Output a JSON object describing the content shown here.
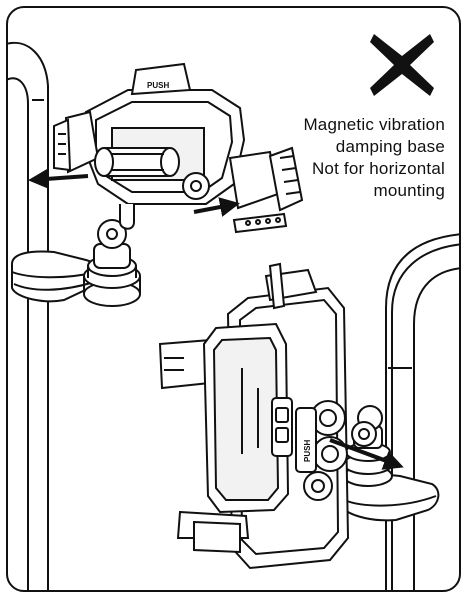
{
  "warning": {
    "icon": "cross-icon",
    "lines": [
      "Magnetic vibration",
      "damping base",
      "Not for horizontal",
      "mounting"
    ]
  },
  "labels": {
    "top_mount_push": "PUSH",
    "lower_mount_push": "PUSH"
  },
  "colors": {
    "ink": "#111111",
    "background": "#ffffff",
    "shade": "#d8d8d8"
  }
}
